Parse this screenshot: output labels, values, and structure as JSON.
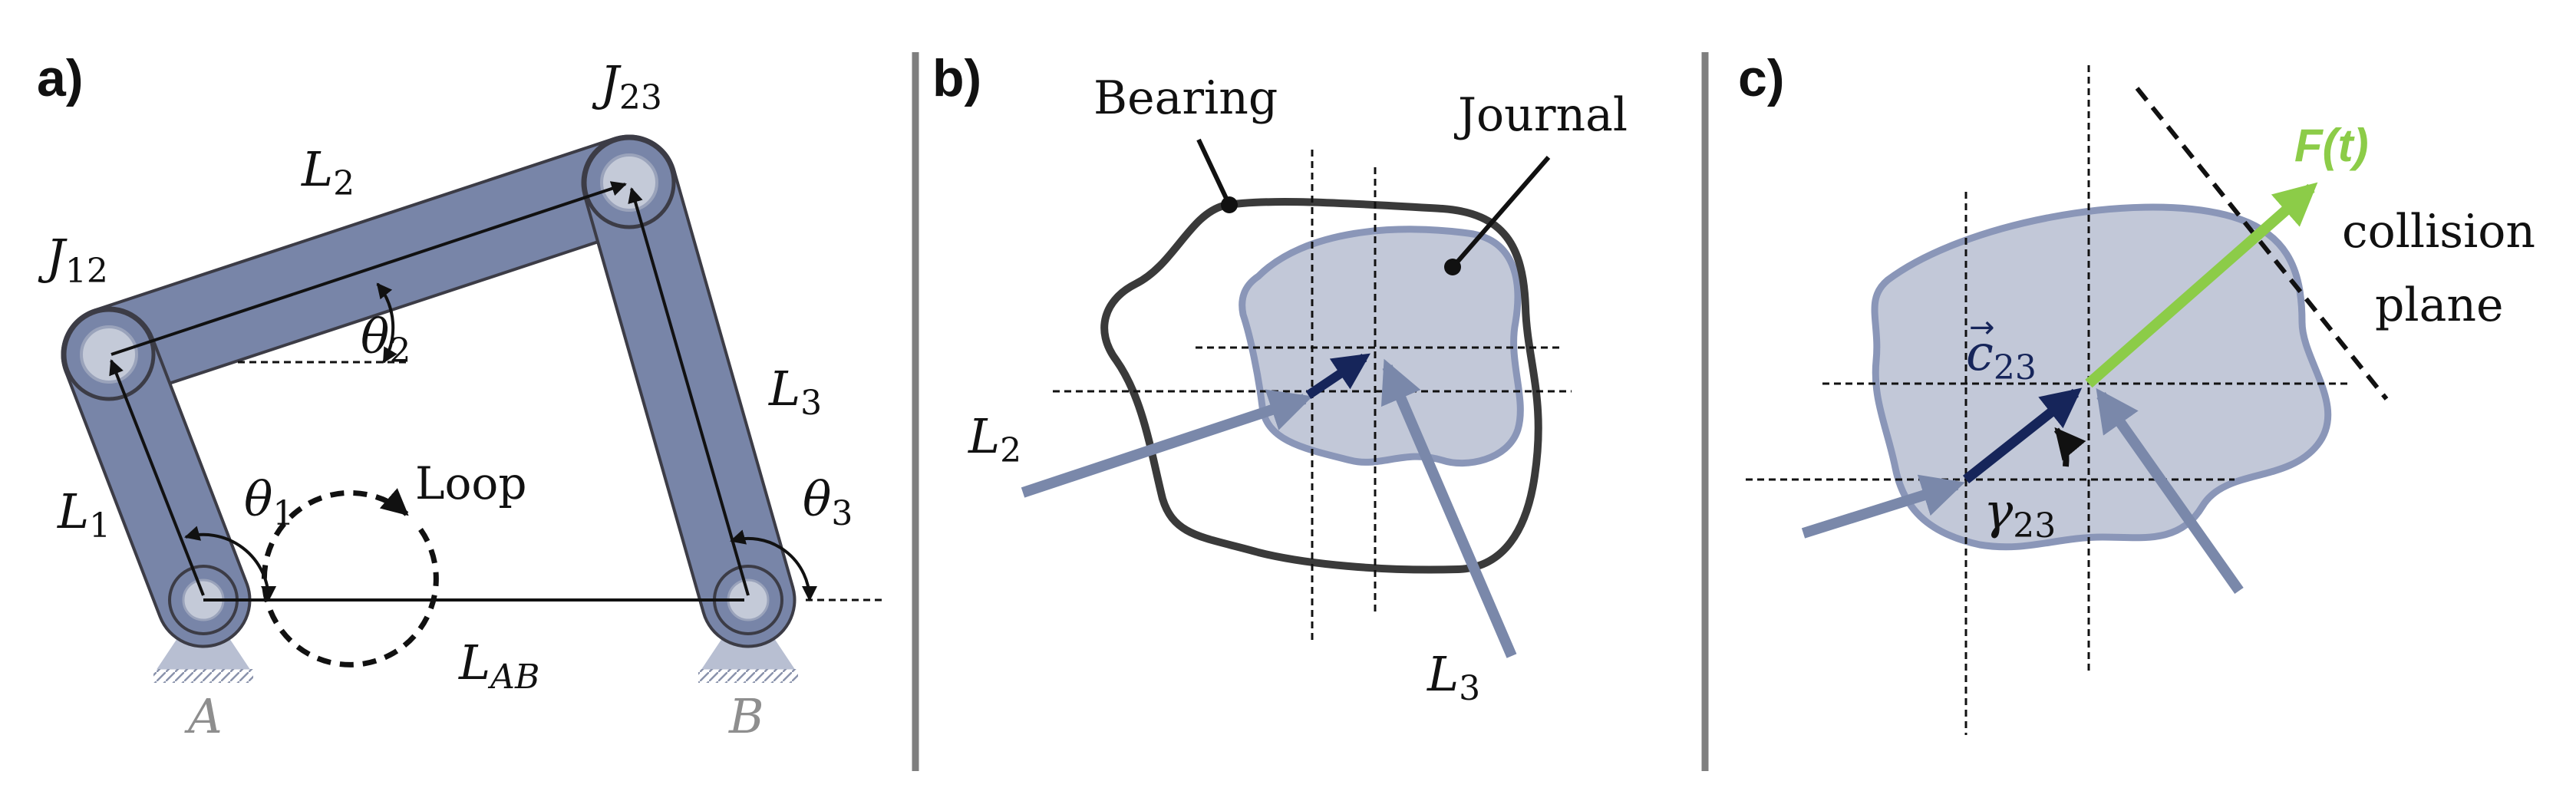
{
  "panels": {
    "a": {
      "tag": "a)",
      "labels": {
        "j23": "J",
        "j23_sub": "23",
        "j12": "J",
        "j12_sub": "12",
        "l2": "L",
        "l2_sub": "2",
        "l1": "L",
        "l1_sub": "1",
        "l3": "L",
        "l3_sub": "3",
        "theta1": "θ",
        "theta1_sub": "1",
        "theta2": "θ",
        "theta2_sub": "2",
        "theta3": "θ",
        "theta3_sub": "3",
        "loop": "Loop",
        "lab": "L",
        "lab_sub": "AB",
        "a": "A",
        "b": "B"
      }
    },
    "b": {
      "tag": "b)",
      "labels": {
        "bearing": "Bearing",
        "journal": "Journal",
        "l2": "L",
        "l2_sub": "2",
        "l3": "L",
        "l3_sub": "3"
      }
    },
    "c": {
      "tag": "c)",
      "labels": {
        "force": "F(t)",
        "collision1": "collision",
        "collision2": "plane",
        "c23": "c",
        "c23_sub": "23",
        "gamma": "γ",
        "gamma_sub": "23"
      }
    }
  },
  "colors": {
    "link_fill": "#7885a8",
    "link_stroke": "#3c3c46",
    "blob_fill": "#c2c8d8",
    "blob_stroke": "#8a96b8",
    "arrow_gray": "#7a88aa",
    "vector_navy": "#16255a",
    "force_green": "#8ccc48",
    "divider": "#7f7f7f",
    "ground": "#aab2c8"
  }
}
